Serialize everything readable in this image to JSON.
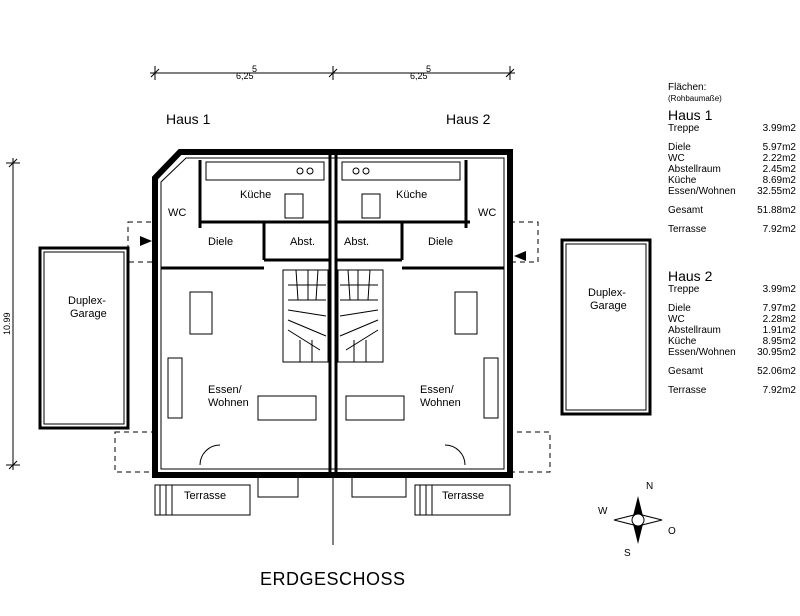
{
  "title": "ERDGESCHOSS",
  "dimensions": {
    "width_left": "6,25",
    "width_right": "6,25",
    "superscript": "5",
    "height": "10.99"
  },
  "houses": {
    "left": "Haus 1",
    "right": "Haus 2"
  },
  "rooms": {
    "kueche": "Küche",
    "diele": "Diele",
    "abst": "Abst.",
    "wc": "WC",
    "essen_line1": "Essen/",
    "essen_line2": "Wohnen",
    "terrasse": "Terrasse",
    "garage_line1": "Duplex-",
    "garage_line2": "Garage"
  },
  "compass": {
    "n": "N",
    "o": "O",
    "s": "S",
    "w": "W"
  },
  "areas": {
    "header": "Flächen:",
    "subheader": "(Rohbaumaße)",
    "haus1": {
      "title": "Haus 1",
      "rows": [
        {
          "label": "Treppe",
          "value": "3.99m2"
        },
        {
          "label": "Diele",
          "value": "5.97m2"
        },
        {
          "label": "WC",
          "value": "2.22m2"
        },
        {
          "label": "Abstellraum",
          "value": "2.45m2"
        },
        {
          "label": "Küche",
          "value": "8.69m2"
        },
        {
          "label": "Essen/Wohnen",
          "value": "32.55m2"
        },
        {
          "label": "Gesamt",
          "value": "51.88m2"
        },
        {
          "label": "Terrasse",
          "value": "7.92m2"
        }
      ]
    },
    "haus2": {
      "title": "Haus 2",
      "rows": [
        {
          "label": "Treppe",
          "value": "3.99m2"
        },
        {
          "label": "Diele",
          "value": "7.97m2"
        },
        {
          "label": "WC",
          "value": "2.28m2"
        },
        {
          "label": "Abstellraum",
          "value": "1.91m2"
        },
        {
          "label": "Küche",
          "value": "8.95m2"
        },
        {
          "label": "Essen/Wohnen",
          "value": "30.95m2"
        },
        {
          "label": "Gesamt",
          "value": "52.06m2"
        },
        {
          "label": "Terrasse",
          "value": "7.92m2"
        }
      ]
    }
  }
}
